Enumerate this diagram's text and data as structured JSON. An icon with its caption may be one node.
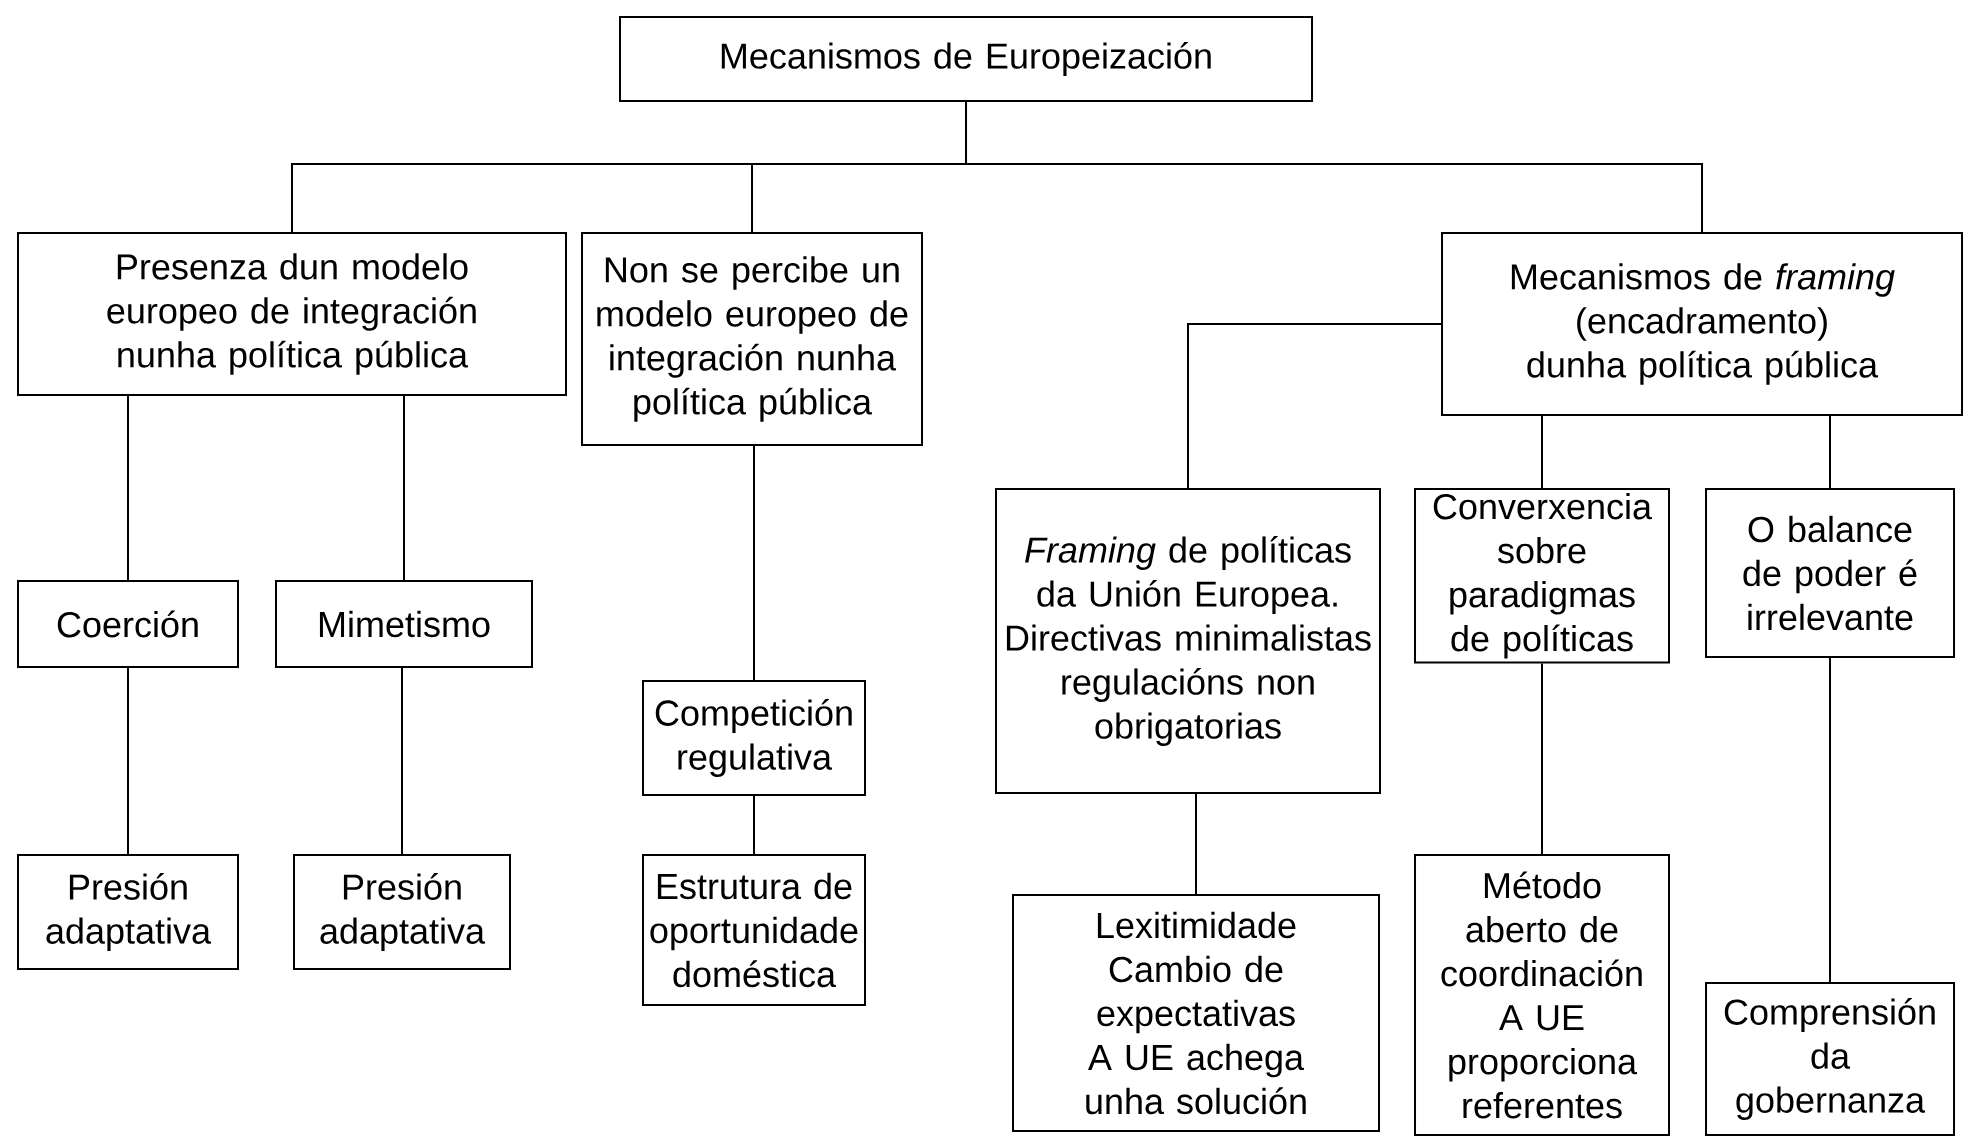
{
  "diagram": {
    "nodes": [
      {
        "text": [
          "Mecanismos de Europeización"
        ]
      },
      {
        "text": [
          "Presenza dun modelo europeo de integración nunha política pública"
        ]
      },
      {
        "text": [
          "Non se percibe un modelo europeo de integración nunha política pública"
        ]
      },
      {
        "text": [
          "Mecanismos de *framing* (encadramento) dunha política pública"
        ]
      },
      {
        "text": [
          "Coerción"
        ]
      },
      {
        "text": [
          "Mimetismo"
        ]
      },
      {
        "text": [
          "Competición regulativa"
        ]
      },
      {
        "text": [
          "*Framing* de políticas da Unión Europea.",
          "Directivas minimalistas regulacións non obrigatorias"
        ]
      },
      {
        "text": [
          "Converxencia sobre paradigmas de políticas"
        ]
      },
      {
        "text": [
          "O balance de poder é irrelevante"
        ]
      },
      {
        "text": [
          "Presión adaptativa"
        ]
      },
      {
        "text": [
          "Presión adaptativa"
        ]
      },
      {
        "text": [
          "Estrutura de oportunidade doméstica"
        ]
      },
      {
        "text": [
          "Lexitimidade",
          "Cambio de expectativas",
          "A UE achega unha solución"
        ]
      },
      {
        "text": [
          "Método aberto de coordinación",
          "A UE proporciona referentes"
        ]
      },
      {
        "text": [
          "Comprensión da gobernanza"
        ]
      }
    ],
    "edges": [
      {
        "from": 0,
        "to": 1,
        "arrow": "none"
      },
      {
        "from": 0,
        "to": 2,
        "arrow": "none"
      },
      {
        "from": 0,
        "to": 3,
        "arrow": "none"
      },
      {
        "from": 1,
        "to": 4,
        "arrow": "none"
      },
      {
        "from": 1,
        "to": 5,
        "arrow": "none"
      },
      {
        "from": 2,
        "to": 6,
        "arrow": "none"
      },
      {
        "from": 3,
        "to": 7,
        "arrow": "none"
      },
      {
        "from": 3,
        "to": 8,
        "arrow": "none"
      },
      {
        "from": 3,
        "to": 9,
        "arrow": "none"
      },
      {
        "from": 4,
        "to": 10,
        "arrow": "none"
      },
      {
        "from": 5,
        "to": 11,
        "arrow": "none"
      },
      {
        "from": 6,
        "to": 12,
        "arrow": "none"
      },
      {
        "from": 7,
        "to": 13,
        "arrow": "none"
      },
      {
        "from": 8,
        "to": 14,
        "arrow": "none"
      },
      {
        "from": 9,
        "to": 15,
        "arrow": "none"
      }
    ]
  }
}
